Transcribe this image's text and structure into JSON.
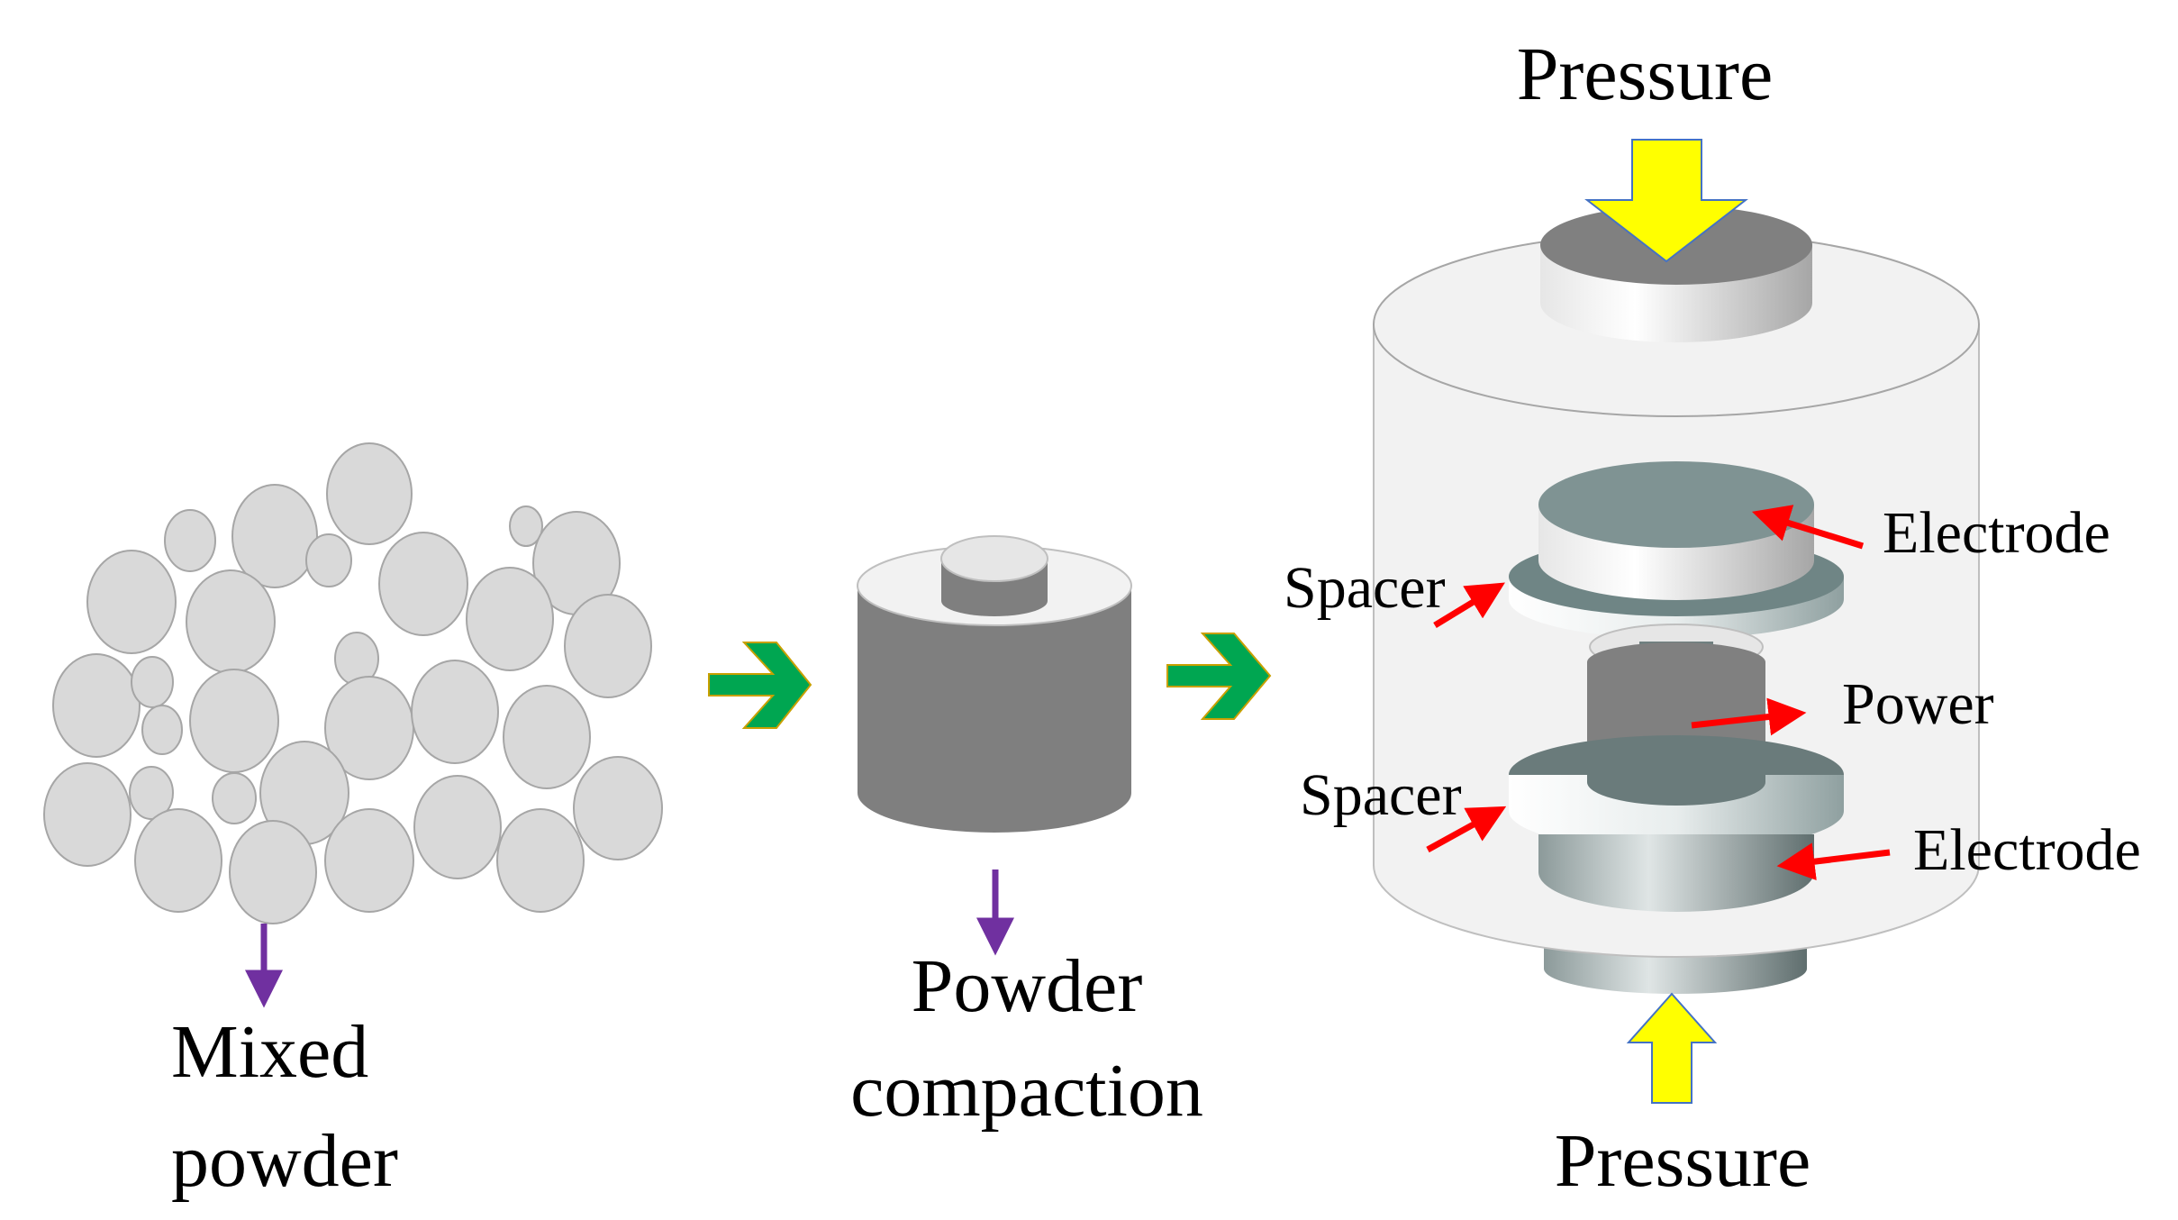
{
  "labels": {
    "mixed_powder_line1": "Mixed",
    "mixed_powder_line2": "powder",
    "powder_compaction_line1": "Powder",
    "powder_compaction_line2": "compaction",
    "pressure_top": "Pressure",
    "pressure_bottom": "Pressure",
    "electrode_top": "Electrode",
    "electrode_bottom": "Electrode",
    "spacer_top": "Spacer",
    "spacer_bottom": "Spacer",
    "power": "Power"
  },
  "colors": {
    "particle_fill": "#d9d9d9",
    "particle_stroke": "#a6a6a6",
    "process_arrow": "#00a651",
    "process_arrow_outline": "#c8a000",
    "label_arrow_purple": "#7030a0",
    "pointer_arrow_red": "#ff0000",
    "pressure_arrow": "#ffff00",
    "pressure_arrow_outline": "#4472c4",
    "die_fill": "#f2f2f2",
    "cylinder_gray": "#7f7f7f"
  }
}
